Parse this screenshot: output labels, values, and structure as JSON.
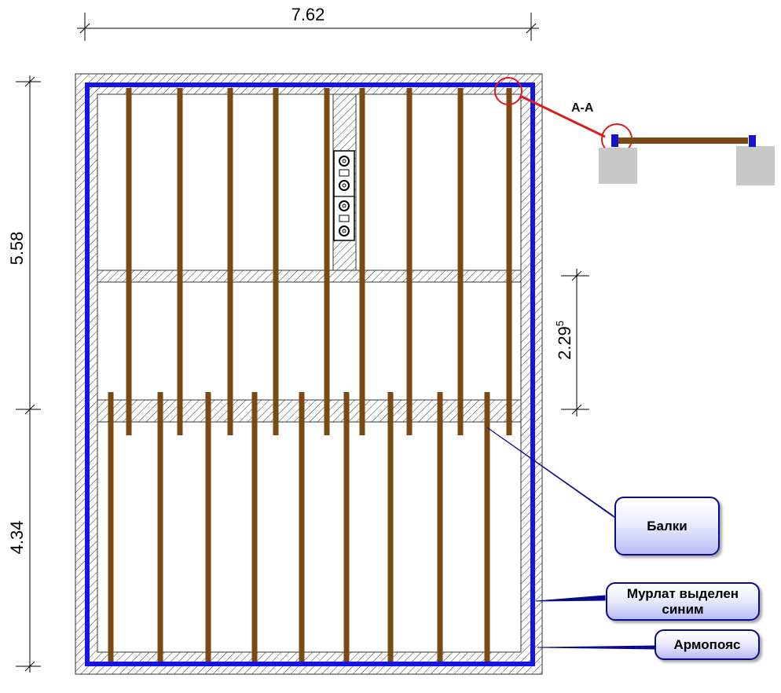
{
  "dimensions": {
    "width_total": "7.62",
    "height_upper": "5.58",
    "height_lower": "4.34",
    "room_span": "2.29",
    "room_span_sup": "5"
  },
  "section_label": "А-А",
  "callouts": {
    "beams": "Балки",
    "mauerlat": "Мурлат выделен синим",
    "armopoyas": "Армопояс"
  },
  "colors": {
    "mauerlat": "#1414e6",
    "beam": "#7a4a12",
    "section_marker": "#e01a1a",
    "callout_border": "#0a0a8c",
    "support_block": "#c8c8c8"
  }
}
